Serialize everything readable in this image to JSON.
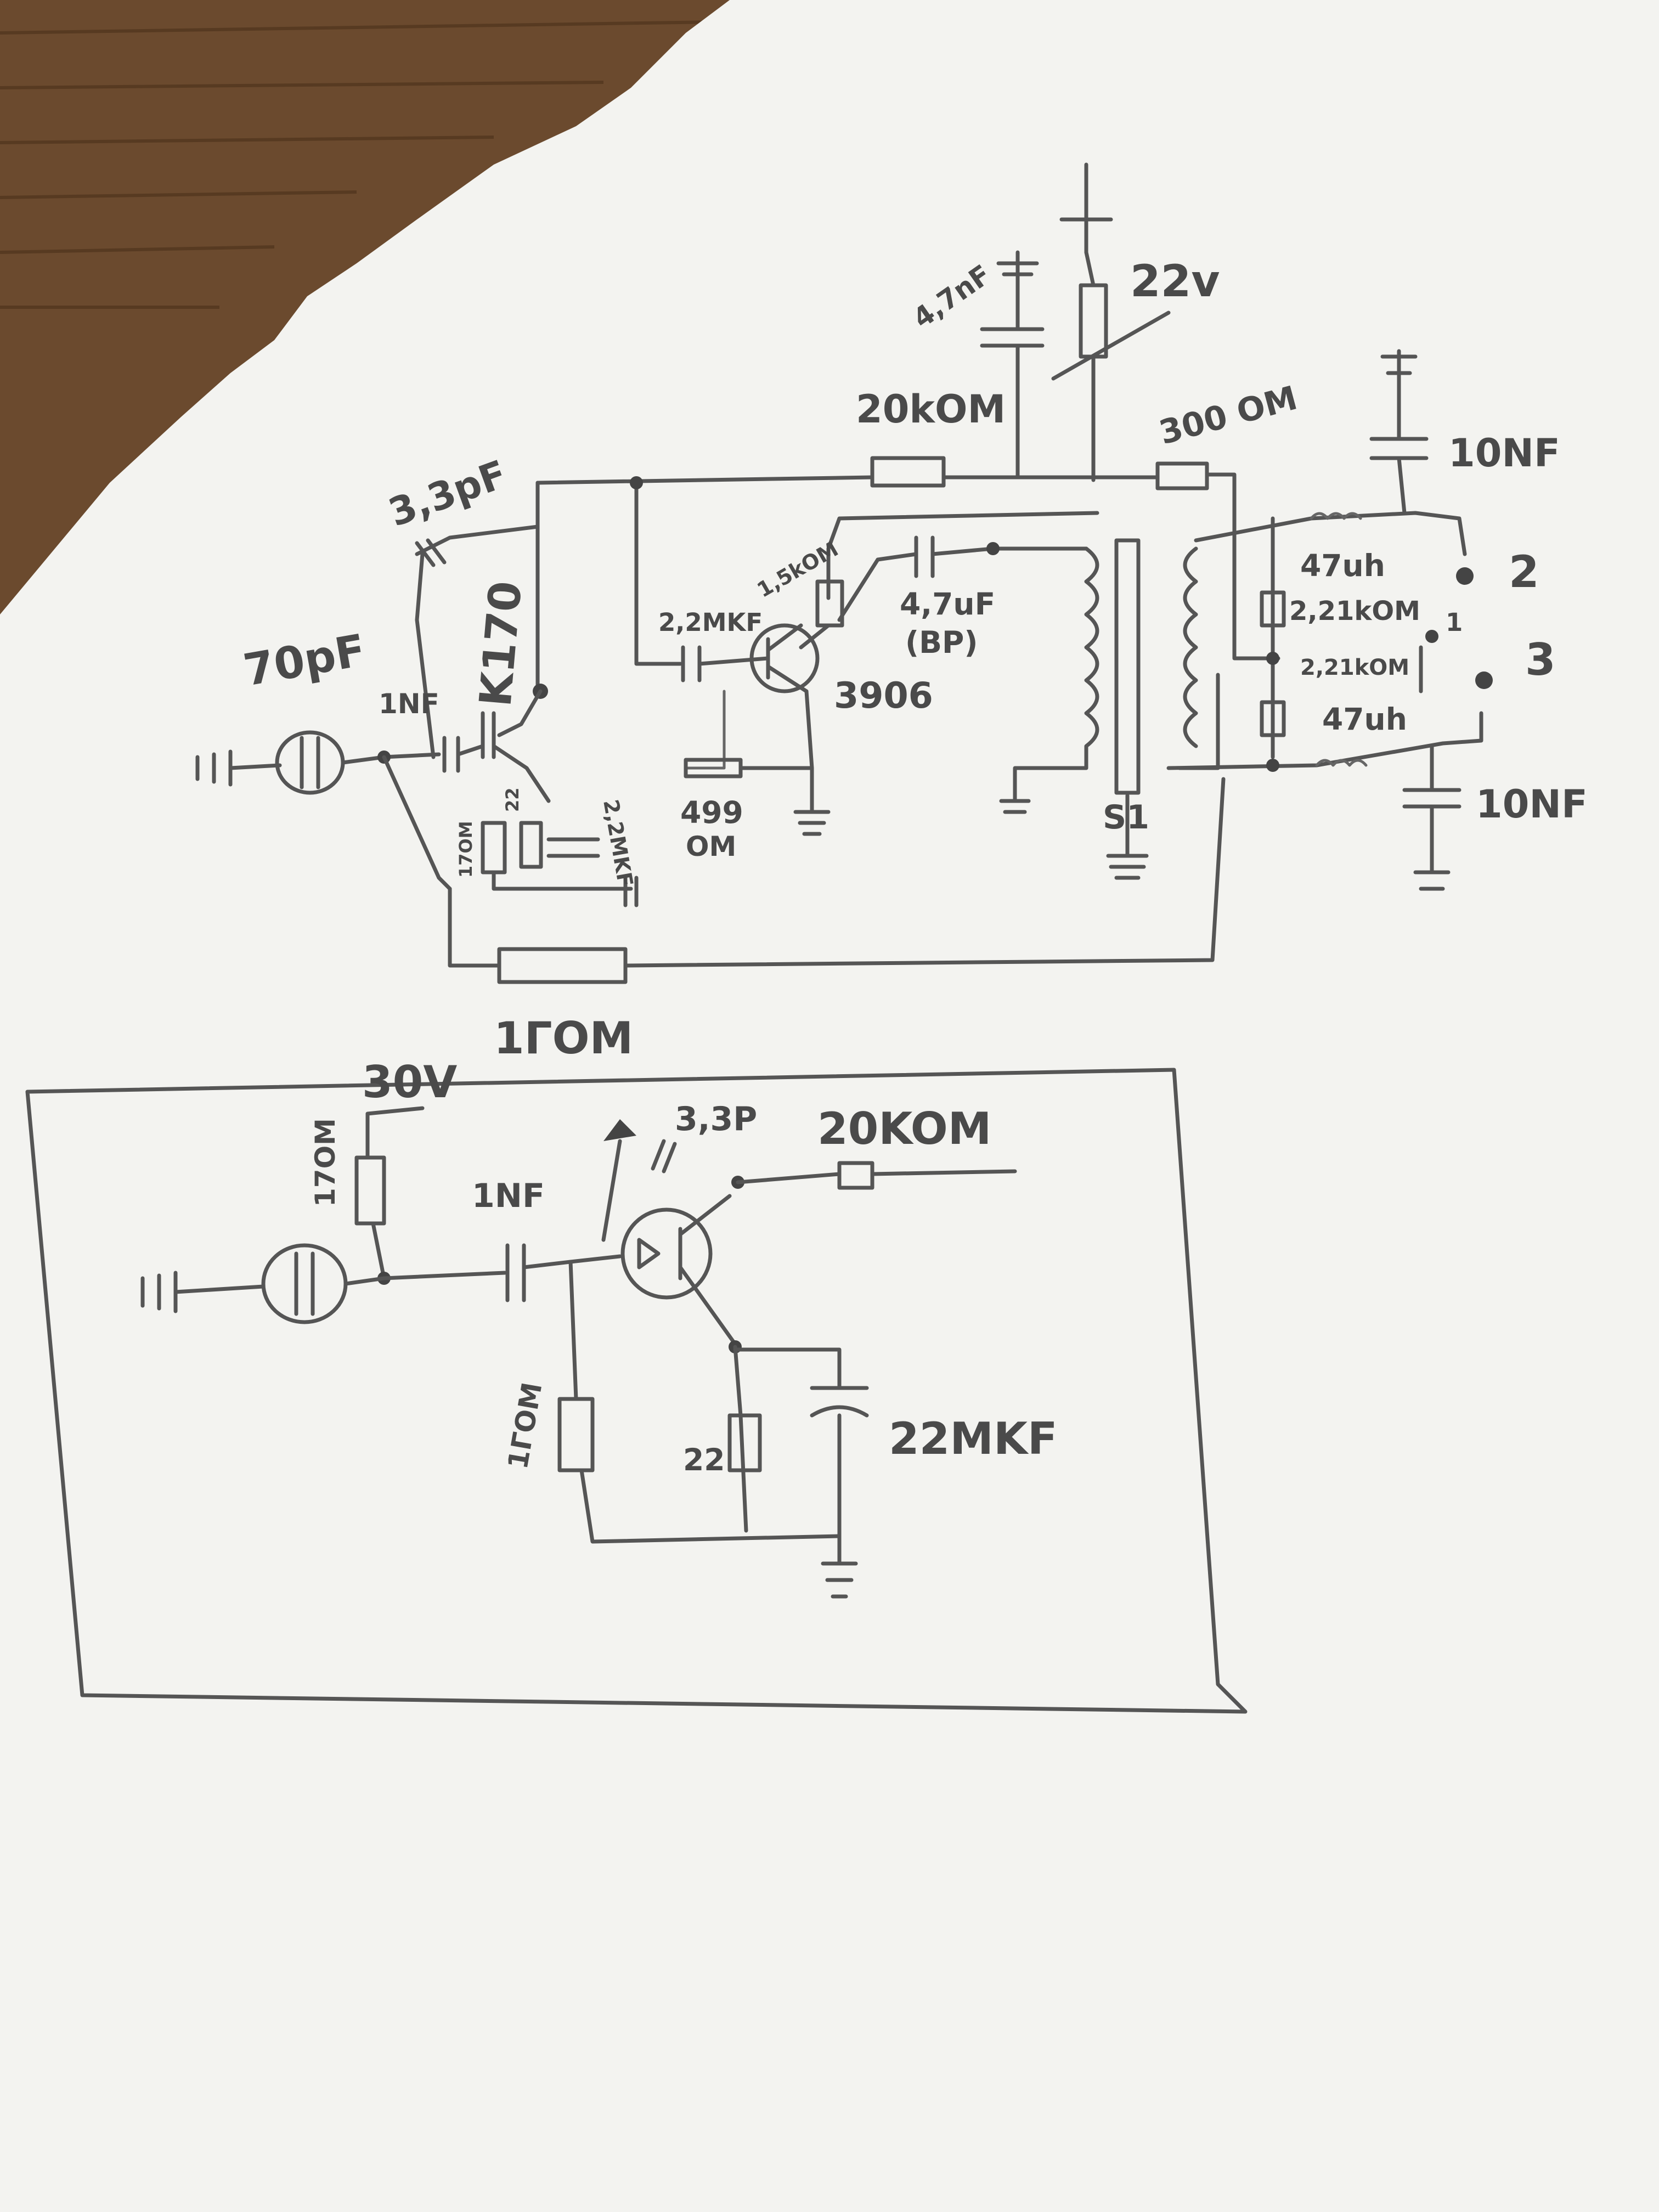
{
  "labels": {
    "cap_top": "4,7nF",
    "supply_top": "22v",
    "res_20k_top": "20kOM",
    "res_300": "300 OM",
    "cap_10nf_top": "10NF",
    "cap_33pf": "3,3pF",
    "tube_top": "70pF",
    "cap_1nf_top": "1NF",
    "transistor_k170": "K170",
    "res_1_5k": "1,5kOM",
    "cap_2_2mkf": "2,2MKF",
    "cap_4_7uf": "4,7uF",
    "cap_bp": "(BP)",
    "transistor_3906": "3906",
    "res_499": "499",
    "res_499_unit": "OM",
    "cap_2_2mkf_2": "2,2MKF",
    "res_17om": "17OM",
    "res_22": "22",
    "ind_47uh_top": "47uh",
    "res_2_21k_1": "2,21kOM",
    "res_2_21k_2": "2,21kOM",
    "ind_47uh_bottom": "47uh",
    "switch_2": "2",
    "switch_1": "1",
    "switch_3": "3",
    "cap_10nf_bottom": "10NF",
    "switch_s1": "S1",
    "res_1gom": "1ГОМ",
    "b_supply": "30V",
    "b_res_17om": "17OM",
    "b_cap_33p": "3,3P",
    "b_res_20k": "20KOM",
    "b_cap_1nf": "1NF",
    "b_res_1om": "1ГОМ",
    "b_res_22": "22",
    "b_cap_22mkf": "22MKF"
  }
}
